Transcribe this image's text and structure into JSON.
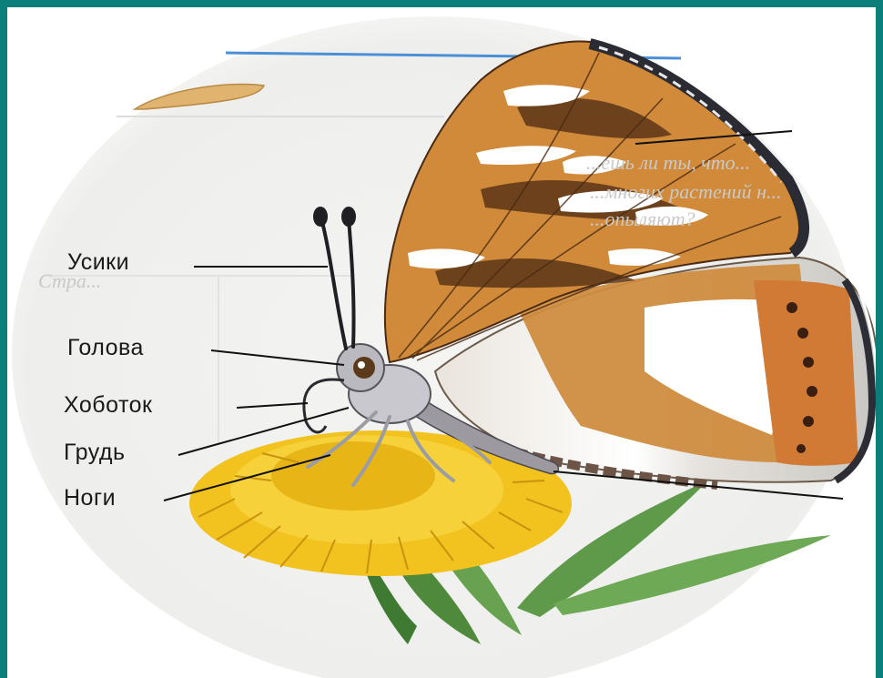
{
  "labels": {
    "antennae": "Усики",
    "head": "Голова",
    "proboscis": "Хоботок",
    "thorax": "Грудь",
    "legs": "Ноги"
  },
  "background_text": {
    "line1": "...ешь ли ты, что...",
    "line2": "...многих растений н...",
    "line3": "...опыляют?",
    "side": "Стра..."
  },
  "colors": {
    "frame": "#0d7f7b",
    "wing_orange": "#d08a3a",
    "wing_dark": "#5b3517",
    "flower": "#f2c21e",
    "leaf": "#5f9a4a"
  }
}
